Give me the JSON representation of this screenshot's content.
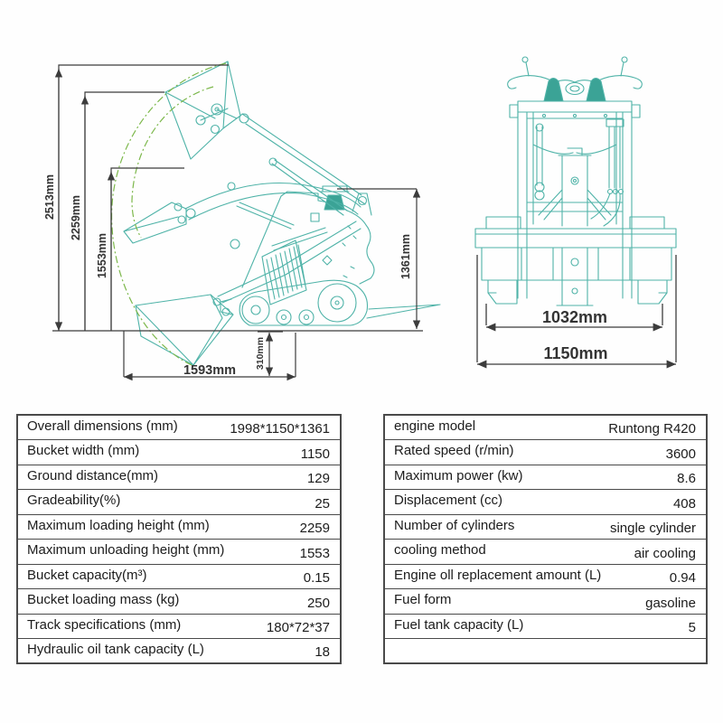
{
  "side_view": {
    "dimensions": {
      "overall_height": "2513mm",
      "max_loading_height": "2259mm",
      "max_unloading_height": "1553mm",
      "machine_height": "1361mm",
      "dig_depth": "310mm",
      "overall_length": "1593mm"
    }
  },
  "front_view": {
    "dimensions": {
      "track_outer_width": "1032mm",
      "bucket_width": "1150mm"
    }
  },
  "tables": {
    "left": {
      "rows": [
        {
          "label": "Overall dimensions (mm)",
          "value": "1998*1150*1361"
        },
        {
          "label": "Bucket width (mm)",
          "value": "1150"
        },
        {
          "label": "Ground distance(mm)",
          "value": "129"
        },
        {
          "label": "Gradeability(%)",
          "value": "25"
        },
        {
          "label": "Maximum loading height (mm)",
          "value": "2259"
        },
        {
          "label": "Maximum unloading height (mm)",
          "value": "1553"
        },
        {
          "label": "Bucket capacity(m³)",
          "value": "0.15"
        },
        {
          "label": "Bucket loading mass (kg)",
          "value": "250"
        },
        {
          "label": "Track specifications (mm)",
          "value": "180*72*37"
        },
        {
          "label": "Hydraulic oil tank capacity (L)",
          "value": "18"
        }
      ]
    },
    "right": {
      "rows": [
        {
          "label": "engine model",
          "value": "Runtong R420"
        },
        {
          "label": "Rated speed (r/min)",
          "value": "3600"
        },
        {
          "label": "Maximum power (kw)",
          "value": "8.6"
        },
        {
          "label": "Displacement (cc)",
          "value": "408"
        },
        {
          "label": "Number of cylinders",
          "value": "single cylinder"
        },
        {
          "label": "cooling method",
          "value": "air cooling"
        },
        {
          "label": "Engine oll replacement amount (L)",
          "value": "0.94"
        },
        {
          "label": "Fuel form",
          "value": "gasoline"
        },
        {
          "label": "Fuel tank capacity (L)",
          "value": "5"
        },
        {
          "label": "",
          "value": ""
        }
      ]
    }
  },
  "colors": {
    "line_art": "#4fb3a8",
    "arc": "#7db84c",
    "dimension": "#3c3c3c"
  }
}
